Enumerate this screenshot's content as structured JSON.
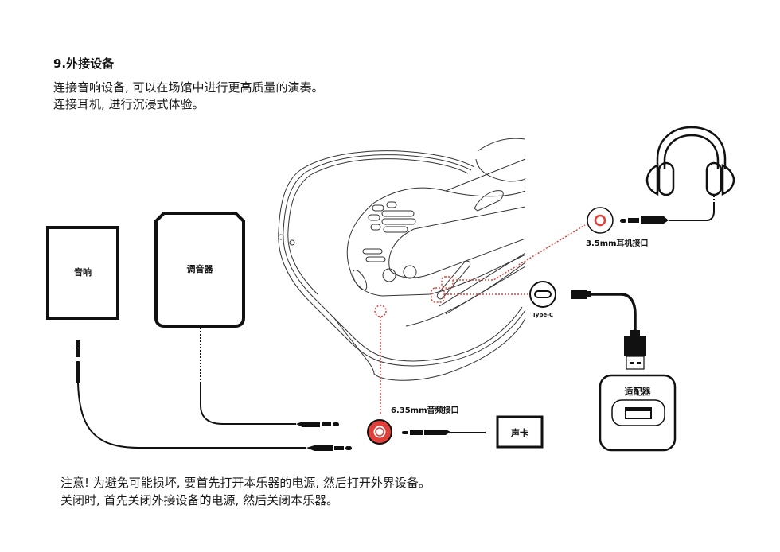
{
  "section": {
    "title": "9.外接设备",
    "intro_lines": [
      "连接音响设备, 可以在场馆中进行更高质量的演奏。",
      "连接耳机, 进行沉浸式体验。"
    ]
  },
  "devices": {
    "speaker": "音响",
    "tuner": "调音器",
    "sound_card": "声卡",
    "adapter": "适配器"
  },
  "ports": {
    "headphone_jack": "3.5mm耳机接口",
    "audio_jack": "6.35mm音频接口",
    "usb_c": "Type-C"
  },
  "colors": {
    "accent_red": "#e0403a",
    "line": "#1a1a1a"
  },
  "note_lines": [
    "注意! 为避免可能损坏, 要首先打开本乐器的电源, 然后打开外界设备。",
    "关闭时, 首先关闭外接设备的电源, 然后关闭本乐器。"
  ]
}
